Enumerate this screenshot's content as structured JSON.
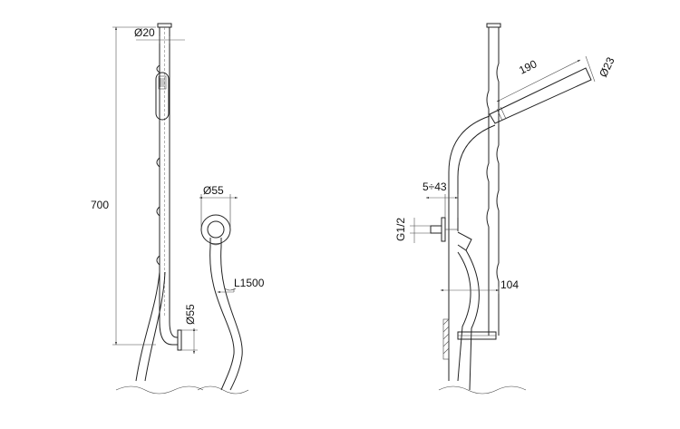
{
  "front_view": {
    "label_height": "700",
    "label_bar_diameter": "Ø20",
    "label_bracket_diameter": "Ø55"
  },
  "hose_view": {
    "label_flange_diameter": "Ø55",
    "label_hose_length": "L1500"
  },
  "side_view": {
    "label_handshower_length": "190",
    "label_handshower_diameter": "Ø23",
    "label_inlet_depth": "5÷43",
    "label_thread": "G1/2",
    "label_offset": "104"
  }
}
